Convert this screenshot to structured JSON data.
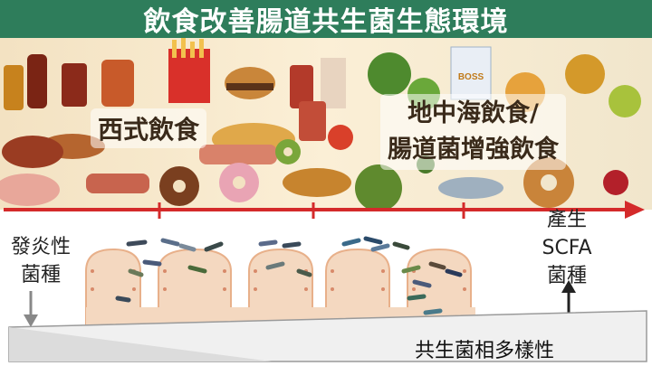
{
  "title": "飲食改善腸道共生菌生態環境",
  "food_labels": {
    "western": "西式飲食",
    "mediterranean_line1": "地中海飲食/",
    "mediterranean_line2": "腸道菌增強飲食"
  },
  "package_text": "BOSS",
  "bacteria_labels": {
    "inflammatory_line1": "發炎性",
    "inflammatory_line2": "菌種",
    "scfa_line1": "產生",
    "scfa_line2": "SCFA",
    "scfa_line3": "菌種",
    "diversity": "共生菌相多樣性"
  },
  "colors": {
    "title_bg": "#2e7d5b",
    "arrow": "#d42a2a",
    "villi_fill": "#f4d8c0",
    "villi_stroke": "#e8b08a"
  }
}
